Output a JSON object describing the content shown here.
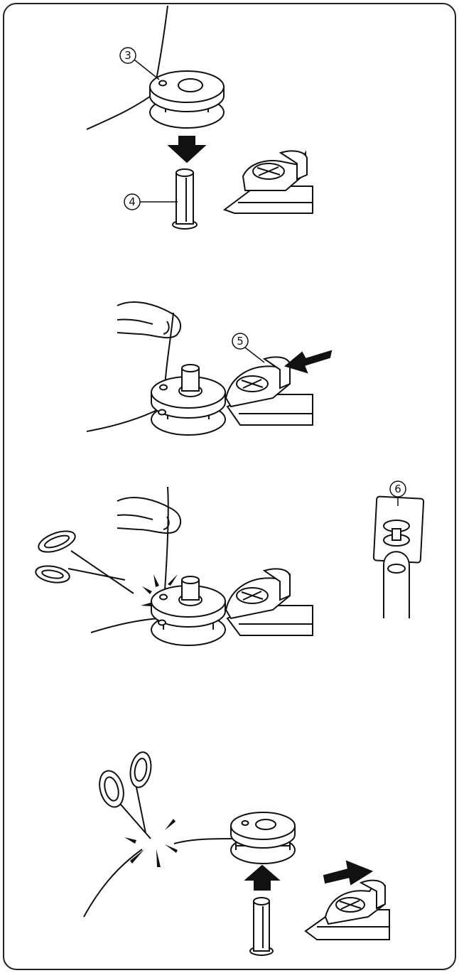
{
  "callouts": {
    "c3": "3",
    "c4": "4",
    "c5": "5",
    "c6": "6"
  },
  "colors": {
    "line": "#111111",
    "fill": "#ffffff",
    "frame": "#222222"
  }
}
